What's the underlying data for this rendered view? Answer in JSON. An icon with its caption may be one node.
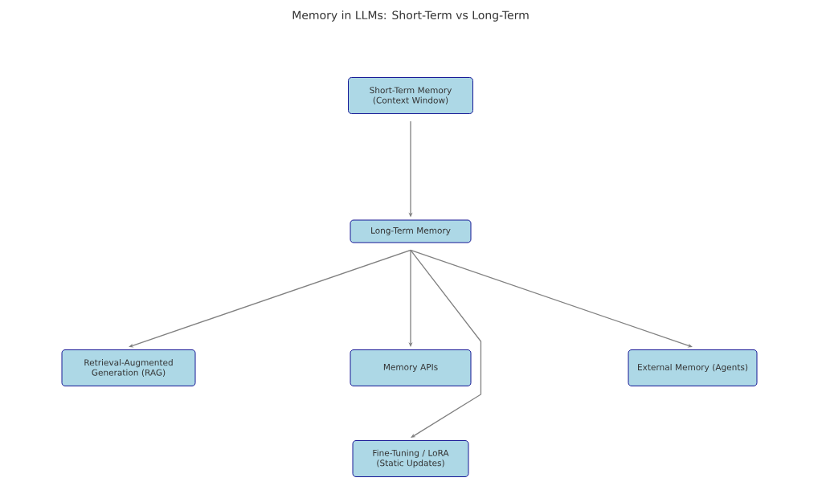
{
  "diagram": {
    "title": "Memory in LLMs: Short-Term vs Long-Term",
    "nodes": [
      {
        "text": [
          "Short-Term Memory (Context Window)"
        ]
      },
      {
        "text": [
          "Long-Term Memory"
        ]
      },
      {
        "text": [
          "Retrieval-Augmented Generation (RAG)"
        ]
      },
      {
        "text": [
          "Memory APIs"
        ]
      },
      {
        "text": [
          "External Memory (Agents)"
        ]
      },
      {
        "text": [
          "Fine-Tuning / LoRA (Static Updates)"
        ]
      }
    ],
    "edges": [
      {
        "from": 0,
        "to": 1,
        "arrow": "to"
      },
      {
        "from": 1,
        "to": 2,
        "arrow": "to"
      },
      {
        "from": 1,
        "to": 3,
        "arrow": "to"
      },
      {
        "from": 1,
        "to": 4,
        "arrow": "to"
      },
      {
        "from": 1,
        "to": 5,
        "arrow": "to"
      }
    ]
  }
}
